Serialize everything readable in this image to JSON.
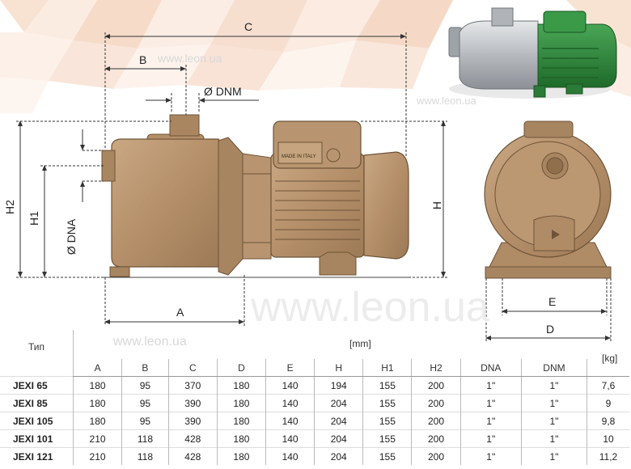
{
  "drawing": {
    "dim_labels": {
      "C": "C",
      "B": "B",
      "DNM": "Ø DNM",
      "H2": "H2",
      "H1": "H1",
      "DNA": "Ø DNA",
      "H": "H",
      "A": "A",
      "E": "E",
      "D": "D"
    },
    "nameplate": "MADE IN ITALY",
    "watermarks": [
      "www.leon.ua",
      "www.leon.ua",
      "www.leon.ua",
      "www.leon.ua"
    ]
  },
  "table": {
    "type_header": "Тип",
    "unit_mm": "[mm]",
    "unit_kg": "[kg]",
    "columns": [
      "A",
      "B",
      "C",
      "D",
      "E",
      "H",
      "H1",
      "H2",
      "DNA",
      "DNM"
    ],
    "rows": [
      {
        "model": "JEXI 65",
        "values": [
          "180",
          "95",
          "370",
          "180",
          "140",
          "194",
          "155",
          "200",
          "1\"",
          "1\"",
          "7,6"
        ]
      },
      {
        "model": "JEXI 85",
        "values": [
          "180",
          "95",
          "390",
          "180",
          "140",
          "204",
          "155",
          "200",
          "1\"",
          "1\"",
          "9"
        ]
      },
      {
        "model": "JEXI 105",
        "values": [
          "180",
          "95",
          "390",
          "180",
          "140",
          "204",
          "155",
          "200",
          "1\"",
          "1\"",
          "9,8"
        ]
      },
      {
        "model": "JEXI 101",
        "values": [
          "210",
          "118",
          "428",
          "180",
          "140",
          "204",
          "155",
          "200",
          "1\"",
          "1\"",
          "10"
        ]
      },
      {
        "model": "JEXI 121",
        "values": [
          "210",
          "118",
          "428",
          "180",
          "140",
          "204",
          "155",
          "200",
          "1\"",
          "1\"",
          "11,2"
        ]
      }
    ]
  },
  "colors": {
    "bronze": "#b69470",
    "bronze_dark": "#8a6b4a",
    "line": "#444444",
    "pump_green": "#2f8a3c",
    "stainless": "#c9ccd0",
    "bg_pattern": "#f7e2d2"
  }
}
